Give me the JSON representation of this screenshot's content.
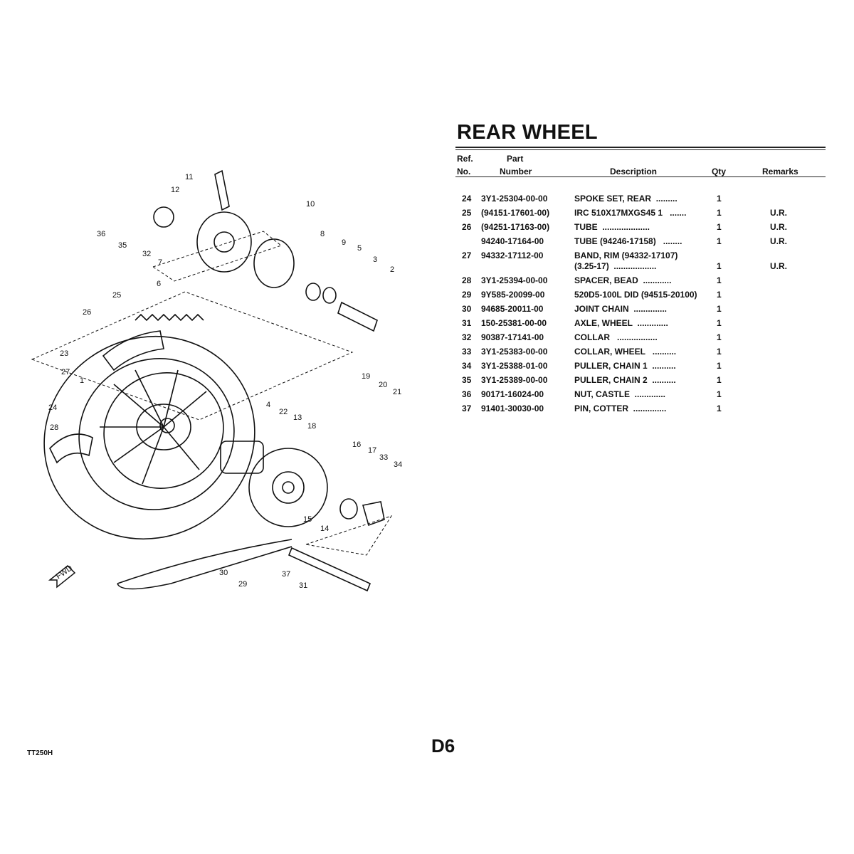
{
  "title": "REAR WHEEL",
  "headers": {
    "ref_line1": "Ref.",
    "ref_line2": "No.",
    "part_line1": "Part",
    "part_line2": "Number",
    "description": "Description",
    "qty": "Qty",
    "remarks": "Remarks"
  },
  "rows": [
    {
      "ref": "24",
      "part": "3Y1-25304-00-00",
      "desc": "SPOKE SET, REAR  .........",
      "qty": "1",
      "remarks": ""
    },
    {
      "ref": "25",
      "part": "(94151-17601-00)",
      "desc": "IRC 510X17MXGS45 1   .......",
      "qty": "1",
      "remarks": "U.R."
    },
    {
      "ref": "26",
      "part": "(94251-17163-00)",
      "desc": "TUBE  ....................",
      "qty": "1",
      "remarks": "U.R."
    },
    {
      "ref": "",
      "part": "94240-17164-00",
      "desc": "TUBE (94246-17158)   ........",
      "qty": "1",
      "remarks": "U.R."
    },
    {
      "ref": "27",
      "part": "94332-17112-00",
      "desc": "BAND, RIM (94332-17107)",
      "desc2": "(3.25-17)  ..................",
      "qty": "1",
      "remarks": "U.R."
    },
    {
      "ref": "28",
      "part": "3Y1-25394-00-00",
      "desc": "SPACER, BEAD  ............",
      "qty": "1",
      "remarks": ""
    },
    {
      "ref": "29",
      "part": "9Y585-20099-00",
      "desc": "520D5-100L DID (94515-20100)",
      "qty": "1",
      "remarks": ""
    },
    {
      "ref": "30",
      "part": "94685-20011-00",
      "desc": "JOINT CHAIN  ..............",
      "qty": "1",
      "remarks": ""
    },
    {
      "ref": "31",
      "part": "150-25381-00-00",
      "desc": "AXLE, WHEEL  .............",
      "qty": "1",
      "remarks": ""
    },
    {
      "ref": "32",
      "part": "90387-17141-00",
      "desc": "COLLAR   .................",
      "qty": "1",
      "remarks": ""
    },
    {
      "ref": "33",
      "part": "3Y1-25383-00-00",
      "desc": "COLLAR, WHEEL   ..........",
      "qty": "1",
      "remarks": ""
    },
    {
      "ref": "34",
      "part": "3Y1-25388-01-00",
      "desc": "PULLER, CHAIN 1  ..........",
      "qty": "1",
      "remarks": ""
    },
    {
      "ref": "35",
      "part": "3Y1-25389-00-00",
      "desc": "PULLER, CHAIN 2  ..........",
      "qty": "1",
      "remarks": ""
    },
    {
      "ref": "36",
      "part": "90171-16024-00",
      "desc": "NUT, CASTLE  .............",
      "qty": "1",
      "remarks": ""
    },
    {
      "ref": "37",
      "part": "91401-30030-00",
      "desc": "PIN, COTTER  ..............",
      "qty": "1",
      "remarks": ""
    }
  ],
  "diagram_labels": [
    "11",
    "12",
    "10",
    "36",
    "35",
    "32",
    "8",
    "9",
    "5",
    "3",
    "2",
    "7",
    "6",
    "25",
    "26",
    "23",
    "27",
    "1",
    "24",
    "28",
    "4",
    "22",
    "13",
    "18",
    "19",
    "20",
    "21",
    "16",
    "17",
    "33",
    "34",
    "15",
    "14",
    "30",
    "29",
    "37",
    "31"
  ],
  "fwd_label": "FWD",
  "footer": {
    "model": "TT250H",
    "page": "D6"
  }
}
